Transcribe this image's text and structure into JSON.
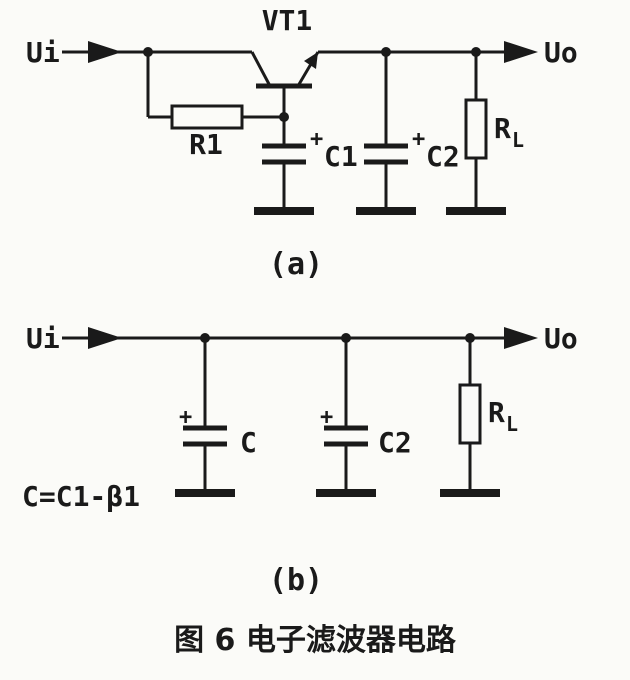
{
  "colors": {
    "ink": "#1a1a1a",
    "background": "#fbfbf8"
  },
  "circuit_a": {
    "input_label": "Ui",
    "output_label": "Uo",
    "transistor_label": "VT1",
    "resistor_label": "R1",
    "cap1": {
      "plus": "+",
      "label": "C1"
    },
    "cap2": {
      "plus": "+",
      "label": "C2"
    },
    "load": {
      "main": "R",
      "sub": "L"
    },
    "sublabel": "(a)"
  },
  "circuit_b": {
    "input_label": "Ui",
    "output_label": "Uo",
    "cap1": {
      "plus": "+",
      "label": "C"
    },
    "cap2": {
      "plus": "+",
      "label": "C2"
    },
    "load": {
      "main": "R",
      "sub": "L"
    },
    "formula": "C=C1-β1",
    "sublabel": "(b)"
  },
  "caption": "图 6 电子滤波器电路"
}
